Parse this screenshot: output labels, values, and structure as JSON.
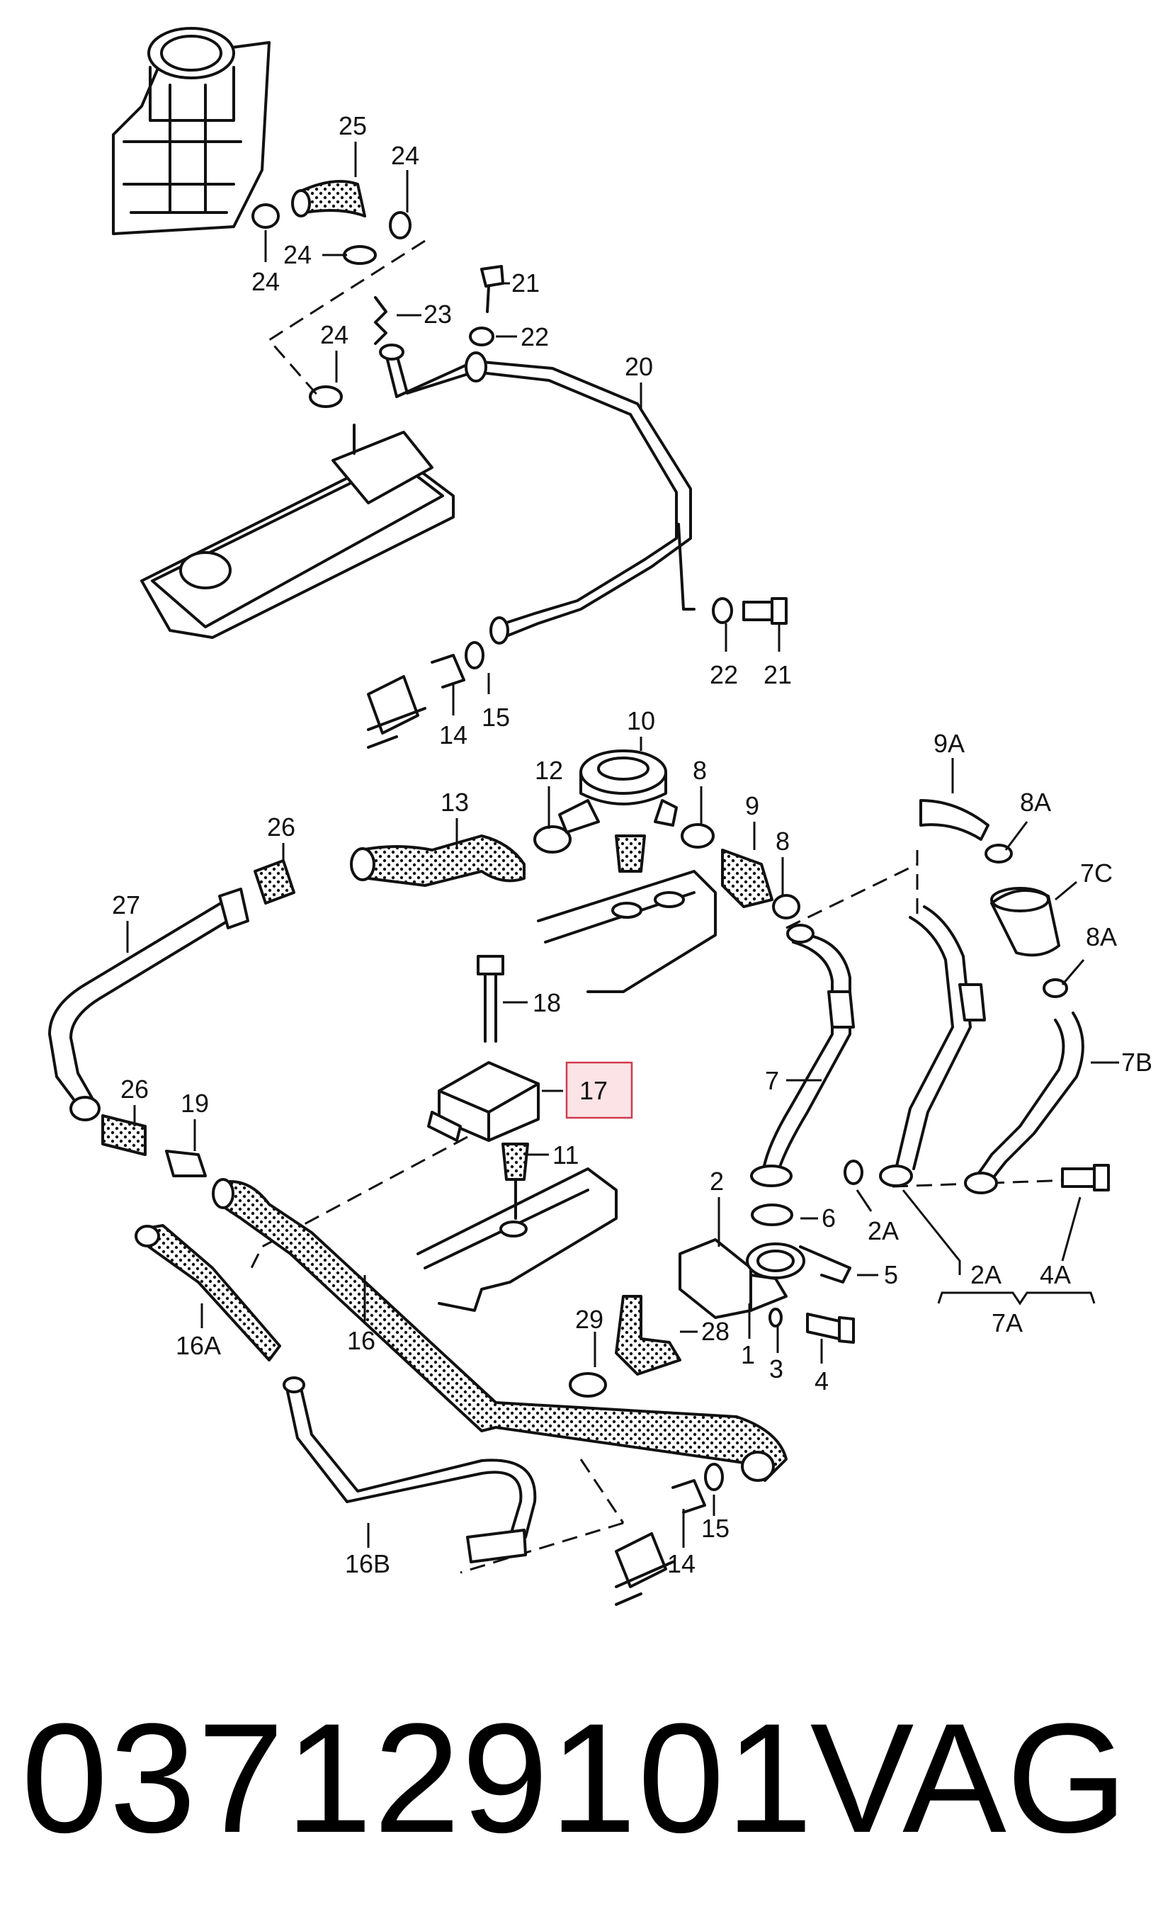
{
  "callouts": {
    "c25": "25",
    "c24a": "24",
    "c24b": "24",
    "c24c": "24",
    "c24d": "24",
    "c23": "23",
    "c21a": "21",
    "c22a": "22",
    "c20": "20",
    "c22b": "22",
    "c21b": "21",
    "c14a": "14",
    "c15a": "15",
    "c10": "10",
    "c12": "12",
    "c13": "13",
    "c8a": "8",
    "c9": "9",
    "c8b": "8",
    "c9A": "9A",
    "c8Aa": "8A",
    "c7C": "7C",
    "c8Ab": "8A",
    "c7B": "7B",
    "c26a": "26",
    "c27": "27",
    "c18": "18",
    "c17": "17",
    "c7": "7",
    "c26b": "26",
    "c19": "19",
    "c11": "11",
    "c2": "2",
    "c6": "6",
    "c2Aa": "2A",
    "c5": "5",
    "c2Ab": "2A",
    "c4A": "4A",
    "c7A": "7A",
    "c16A": "16A",
    "c16": "16",
    "c29": "29",
    "c28": "28",
    "c1": "1",
    "c3": "3",
    "c4": "4",
    "c14b": "14",
    "c15b": "15",
    "c16B": "16B"
  },
  "highlight": {
    "color": "#cf3b4d",
    "fill": "#fbe3e6"
  },
  "footer": {
    "part_number": "037129101",
    "brand": "VAG"
  }
}
